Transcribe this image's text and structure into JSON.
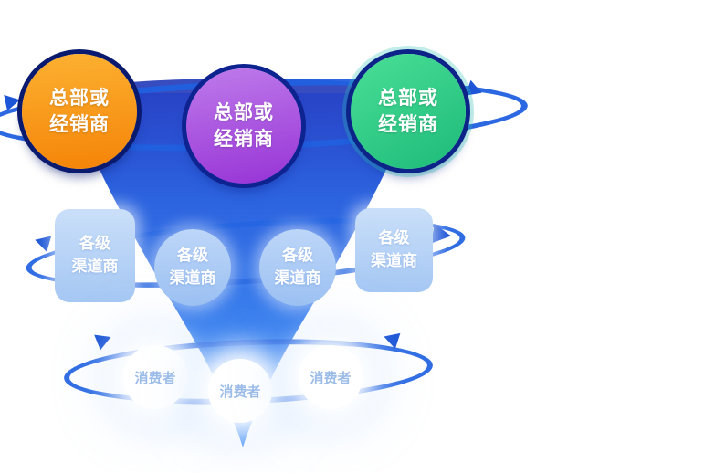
{
  "diagram": {
    "type": "funnel-distribution-diagram",
    "top_level": {
      "items": [
        {
          "id": "hq-left",
          "label": "总部或\n经销商",
          "color": "#F79212"
        },
        {
          "id": "hq-center",
          "label": "总部或\n经销商",
          "color": "#A047DB"
        },
        {
          "id": "hq-right",
          "label": "总部或\n经销商",
          "color": "#2BCD8B"
        }
      ]
    },
    "middle_level": {
      "items": [
        {
          "id": "channel-1",
          "label": "各级\n渠道商",
          "color": "#A9CAF3"
        },
        {
          "id": "channel-2",
          "label": "各级\n渠道商",
          "color": "#A9CAF3"
        },
        {
          "id": "channel-3",
          "label": "各级\n渠道商",
          "color": "#A9CAF3"
        },
        {
          "id": "channel-4",
          "label": "各级\n渠道商",
          "color": "#A9CAF3"
        }
      ]
    },
    "bottom_level": {
      "items": [
        {
          "id": "consumer-1",
          "label": "消费者"
        },
        {
          "id": "consumer-2",
          "label": "消费者"
        },
        {
          "id": "consumer-3",
          "label": "消费者"
        }
      ]
    },
    "accent_colors": {
      "funnel_blue_top": "#2843C6",
      "funnel_blue_bottom": "#4C95F7",
      "orbit_ring_blue": "#2160DF",
      "consumer_text_blue": "#9CBCE8",
      "dark_ring_navy": "#0C2488"
    }
  }
}
